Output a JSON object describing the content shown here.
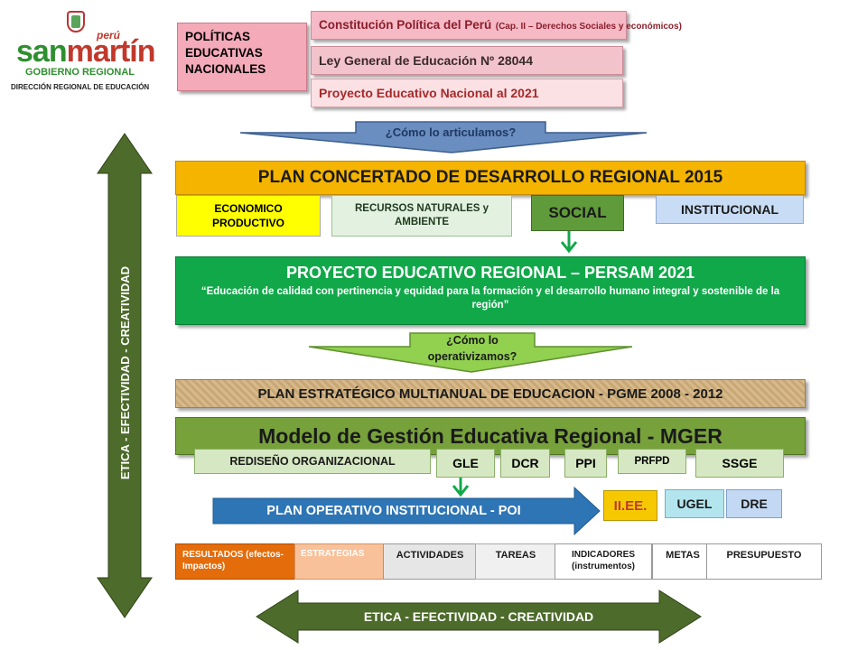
{
  "logo": {
    "peru": "perú",
    "brand_san": "san",
    "brand_martin": "martín",
    "subtitle": "GOBIERNO REGIONAL",
    "office": "DIRECCIÓN REGIONAL DE EDUCACIÓN"
  },
  "politicas": {
    "label": "POLÍTICAS EDUCATIVAS NACIONALES",
    "constitucion_main": "Constitución Política del Perú",
    "constitucion_note": "(Cap. II – Derechos Sociales y económicos)",
    "ley": "Ley General de Educación  Nº 28044",
    "proyecto_nacional": "Proyecto Educativo Nacional al 2021"
  },
  "arrows": {
    "articulamos": "¿Cómo lo articulamos?",
    "operativizamos": "¿Cómo lo operativizamos?",
    "vertical": "ETICA - EFECTIVIDAD - CREATIVIDAD",
    "horizontal": "ETICA - EFECTIVIDAD - CREATIVIDAD"
  },
  "plan_concertado": {
    "title": "PLAN CONCERTADO DE DESARROLLO REGIONAL  2015",
    "ejes": [
      "ECONOMICO PRODUCTIVO",
      "RECURSOS NATURALES y AMBIENTE",
      "SOCIAL",
      "INSTITUCIONAL"
    ]
  },
  "persam": {
    "title": "PROYECTO EDUCATIVO REGIONAL – PERSAM 2021",
    "subtitle": "“Educación de calidad con pertinencia  y equidad para  la  formación  y el desarrollo humano integral y sostenible  de la región”"
  },
  "pgme": {
    "title": "PLAN ESTRATÉGICO MULTIANUAL DE EDUCACION - PGME 2008 - 2012"
  },
  "mger": {
    "title": "Modelo de Gestión Educativa Regional - MGER",
    "components": [
      "REDISEÑO ORGANIZACIONAL",
      "GLE",
      "DCR",
      "PPI",
      "PRFPD",
      "SSGE"
    ]
  },
  "poi": {
    "title": "PLAN OPERATIVO INSTITUCIONAL - POI",
    "instances": [
      "II.EE.",
      "UGEL",
      "DRE"
    ],
    "columns": [
      "RESULTADOS (efectos-Impactos)",
      "ESTRATEGIAS",
      "ACTIVIDADES",
      "TAREAS",
      "INDICADORES (instrumentos)",
      "METAS",
      "PRESUPUESTO"
    ]
  },
  "colors": {
    "brand_green": "#2f8f2f",
    "brand_red": "#c0392b",
    "pink": "#f4aab8",
    "concertado": "#f5b400",
    "eco": "#ffff00",
    "nat": "#e3f2e0",
    "social": "#5f9b3a",
    "institucional": "#c9dcf5",
    "persam": "#11a84a",
    "mger": "#77a13b",
    "poi_arrow": "#2e75b6",
    "dark_arrow": "#4d6b2b",
    "light_arrow": "#92d050",
    "resultados": "#e46c0a",
    "estrategias": "#f9c199",
    "iiee": "#f5c800",
    "ugel": "#b3e5ef",
    "dre": "#c3d8f3"
  }
}
